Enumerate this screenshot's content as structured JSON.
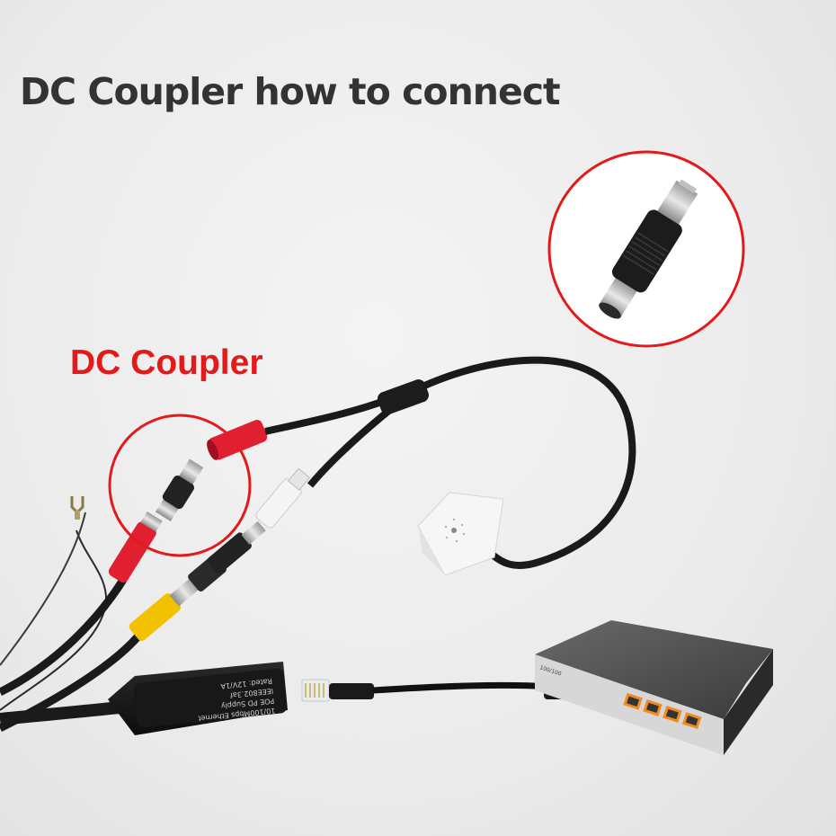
{
  "title": "DC Coupler how to connect",
  "callout_label": "DC Coupler",
  "poe_module_text": [
    "10/100Mbps Ethernet",
    "POE PD Supply",
    "IEEE802.3af",
    "Rated: 12V/1A"
  ],
  "switch_label": "100/100",
  "colors": {
    "title": "#333333",
    "callout": "#e21a1a",
    "background": "#eeeeee",
    "cable": "#1a1a1a",
    "red_plug": "#e02030",
    "yellow_plug": "#f2c200",
    "white_plug": "#f5f5f5",
    "switch_port_orange": "#f08c1e"
  }
}
